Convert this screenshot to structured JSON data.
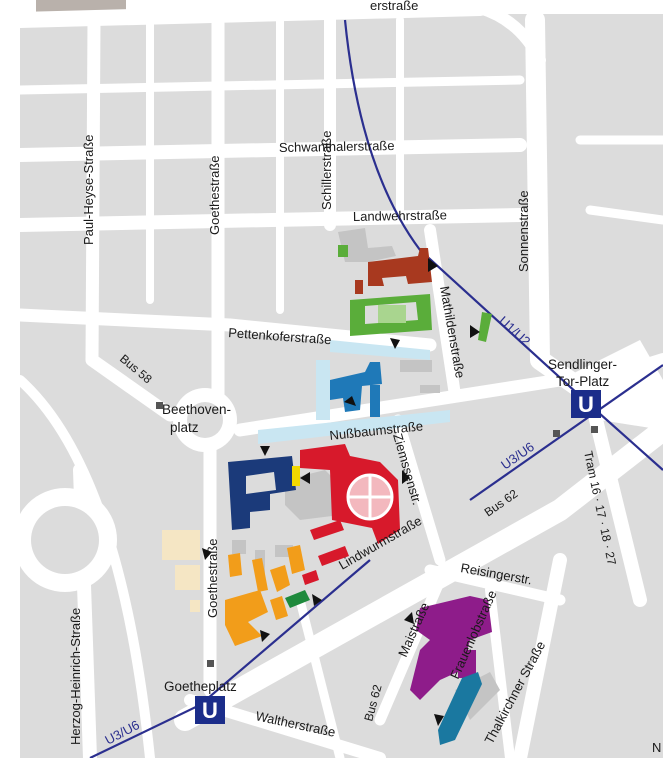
{
  "colors": {
    "background": "#dcdcdc",
    "road": "#ffffff",
    "ubahn_line": "#2b2f8f",
    "building_gray": "#c4c4c4",
    "brown": "#a8391f",
    "green": "#5aad3a",
    "blue": "#1f79b8",
    "red": "#d7192b",
    "navy": "#1b3a7a",
    "yellow": "#f2d800",
    "orange": "#f29d1a",
    "dark_green": "#1e8a3c",
    "purple": "#8e1c8a",
    "teal": "#1a78a0",
    "beige": "#f5e6c4",
    "light_blue_path": "#c9e6f2"
  },
  "streets": {
    "top_cut": "erstraße",
    "paul_heyse": "Paul-Heyse-Straße",
    "goethe_north": "Goethestraße",
    "schiller": "Schillerstraße",
    "schwanthaler": "Schwanthalerstraße",
    "landwehr": "Landwehrstraße",
    "sonnen": "Sonnenstraße",
    "pettenkofer": "Pettenkoferstraße",
    "mathilden": "Mathildenstraße",
    "nussbaum": "Nußbaumstraße",
    "ziemssen": "Ziemssenstr.",
    "lindwurm": "Lindwurmstraße",
    "goethe_south": "Goethestraße",
    "herzog_heinrich": "Herzog-Heinrich-Straße",
    "reisinger": "Reisingerstr.",
    "mai": "Maistraße",
    "frauenlob": "Frauenlobstraße",
    "thalkirchner": "Thalkirchner Straße",
    "walther": "Waltherstraße",
    "edge_n": "N"
  },
  "places": {
    "beethovenplatz_1": "Beethoven-",
    "beethovenplatz_2": "platz",
    "sendlinger_1": "Sendlinger-",
    "sendlinger_2": "Tor-Platz",
    "goetheplatz": "Goetheplatz"
  },
  "transit": {
    "u1_u2": "U1/U2",
    "u3_u6_top": "U3/U6",
    "u3_u6_bottom": "U3/U6",
    "bus_58": "Bus 58",
    "bus_62_top": "Bus 62",
    "bus_62_bottom": "Bus 62",
    "tram": "Tram 16 · 17 · 18 · 27",
    "ubahn_symbol": "U"
  }
}
